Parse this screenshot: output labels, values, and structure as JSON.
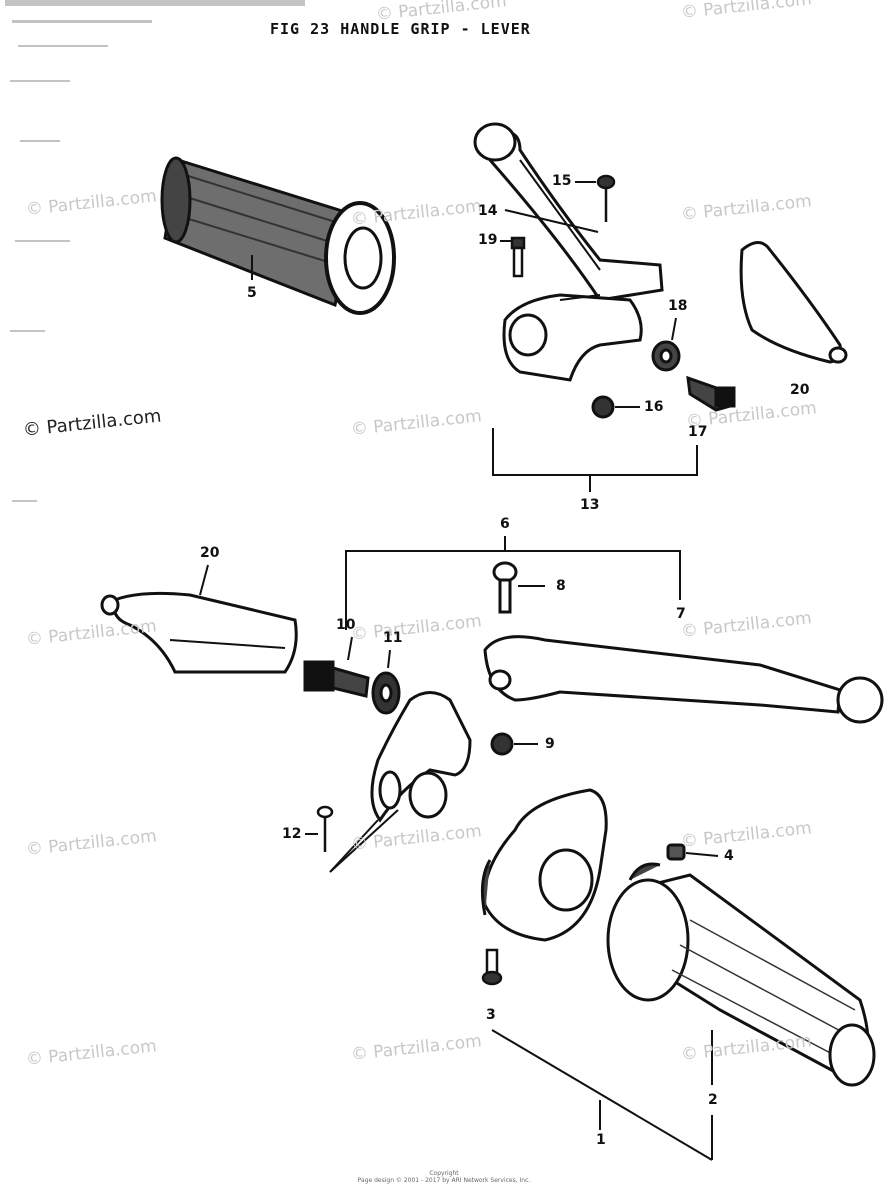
{
  "title": "FIG 23  HANDLE GRIP - LEVER",
  "watermark": "© Partzilla.com",
  "callouts": [
    "1",
    "2",
    "3",
    "4",
    "5",
    "6",
    "7",
    "8",
    "9",
    "10",
    "11",
    "12",
    "13",
    "14",
    "15",
    "16",
    "17",
    "18",
    "19",
    "20",
    "20"
  ],
  "footer": {
    "line1": "Copyright",
    "line2": "Page design © 2001 - 2017 by ARI Network Services, Inc."
  }
}
